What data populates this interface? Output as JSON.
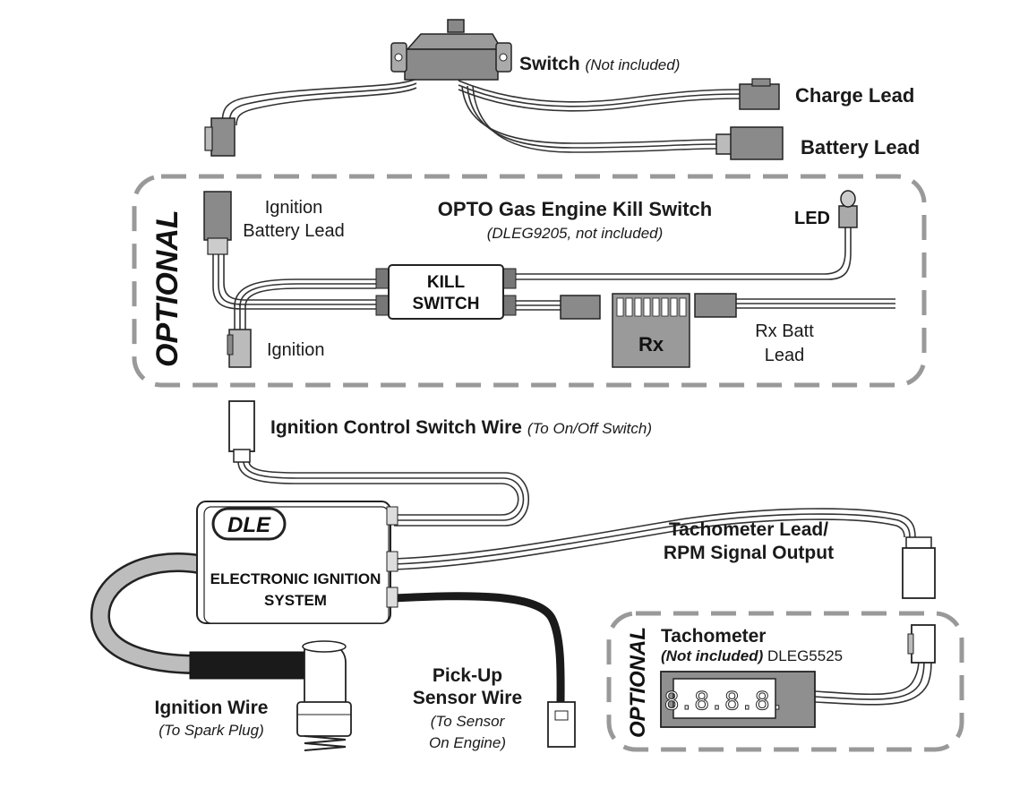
{
  "switch": {
    "label": "Switch",
    "note": "(Not included)"
  },
  "charge_lead": {
    "label": "Charge Lead"
  },
  "battery_lead": {
    "label": "Battery Lead"
  },
  "optional_box_top": {
    "label": "OPTIONAL"
  },
  "kill_switch_module": {
    "title": "OPTO Gas Engine Kill Switch",
    "note": "(DLEG9205, not included)",
    "body_line1": "KILL",
    "body_line2": "SWITCH"
  },
  "ignition_battery_lead": {
    "line1": "Ignition",
    "line2": "Battery Lead"
  },
  "ignition_connector": {
    "label": "Ignition"
  },
  "led": {
    "label": "LED"
  },
  "receiver": {
    "label": "Rx"
  },
  "rx_batt_lead": {
    "line1": "Rx Batt",
    "line2": "Lead"
  },
  "ignition_control_wire": {
    "label": "Ignition Control Switch Wire",
    "note": "(To On/Off Switch)"
  },
  "ignition_unit": {
    "logo": "DLE",
    "line1": "ELECTRONIC IGNITION",
    "line2": "SYSTEM"
  },
  "tachometer_lead": {
    "line1": "Tachometer Lead/",
    "line2": "RPM Signal Output"
  },
  "ignition_wire": {
    "label": "Ignition Wire",
    "note": "(To Spark Plug)"
  },
  "pickup_sensor": {
    "line1": "Pick-Up",
    "line2": "Sensor Wire",
    "note1": "(To Sensor",
    "note2": "On Engine)"
  },
  "optional_box_bottom": {
    "label": "OPTIONAL"
  },
  "tachometer": {
    "title": "Tachometer",
    "note": "(Not included)",
    "part": "DLEG5525",
    "display": "8.8.8.8."
  }
}
